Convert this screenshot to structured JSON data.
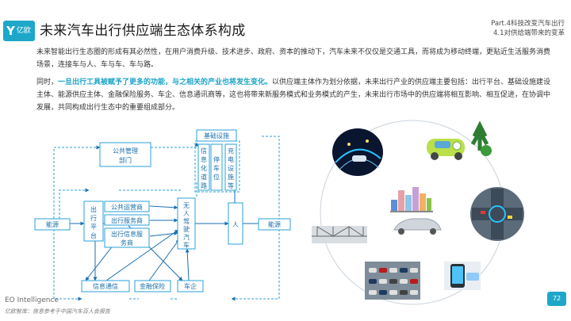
{
  "header": {
    "logo_text": "亿欧",
    "title": "未来汽车出行供应端生态体系构成",
    "part_line1": "Part.4科技改变汽车出行",
    "part_line2": "4.1对供给端带来的变革"
  },
  "body": {
    "para1": "未来智能出行生态圈的形成有其必然性，在用户消费升级、技术进步、政府、资本的推动下，汽车未来不仅仅是交通工具，而将成为移动终端，更贴近生活服务消费场景，连接车与人、车与车、车与路。",
    "para2_prefix": "同时，",
    "para2_highlight": "一旦出行工具被赋予了更多的功能，与之相关的产业也将发生变化。",
    "para2_rest": "以供应端主体作为划分依据，未来出行产业的供应端主要包括：出行平台、基础设施建设主体、能源供应主体、金融保险服务、车企、信息通讯商等，这也将带来新服务模式和业务模式的产生，未来出行市场中的供应端将相互影响、相互促进，在协调中发展，共同构成出行生态中的重要组成部分。"
  },
  "diagram": {
    "nodes": {
      "public_mgmt": [
        "公共管理",
        "部门"
      ],
      "infrastructure": "基础设施",
      "info_road": [
        "信",
        "息",
        "化",
        "道",
        "路"
      ],
      "parking": [
        "停",
        "车",
        "位"
      ],
      "charging": [
        "充",
        "电",
        "设",
        "施",
        "等"
      ],
      "energy": "能源",
      "platform": [
        "出",
        "行",
        "平",
        "台"
      ],
      "public_transport": "公共运营商",
      "travel_service": "出行服务商",
      "travel_info": [
        "出行信息服",
        "务商"
      ],
      "autonomous": [
        "无",
        "人",
        "驾",
        "驶",
        "汽",
        "车"
      ],
      "person": "人",
      "energy_right": "能源",
      "telecom": "信息通信",
      "finance": "金融保险",
      "automaker": "车企"
    }
  },
  "footer": {
    "brand": "EO Intelligence",
    "source": "亿欧智库：信息参考于中国汽车百人会报告",
    "page": "72"
  },
  "colors": {
    "accent": "#1ea7c9",
    "highlight": "#1aa3c8",
    "box_border": "#2aa0d8",
    "line": "#1b6fb0"
  }
}
